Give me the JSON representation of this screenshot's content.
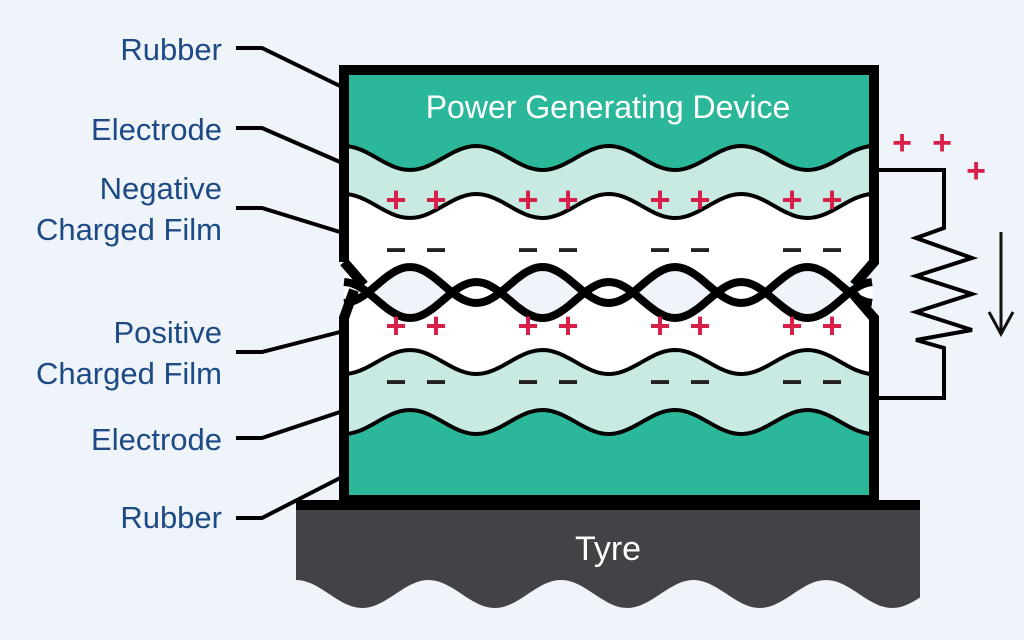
{
  "title": "Power Generating Device",
  "base_label": "Tyre",
  "labels": [
    {
      "id": "rubber-top",
      "lines": [
        "Rubber"
      ]
    },
    {
      "id": "electrode-top",
      "lines": [
        "Electrode"
      ]
    },
    {
      "id": "negative-film",
      "lines": [
        "Negative",
        "Charged Film"
      ]
    },
    {
      "id": "positive-film",
      "lines": [
        "Positive",
        "Charged Film"
      ]
    },
    {
      "id": "electrode-bottom",
      "lines": [
        "Electrode"
      ]
    },
    {
      "id": "rubber-bottom",
      "lines": [
        "Rubber"
      ]
    }
  ],
  "charges": {
    "positive_symbol": "+",
    "negative_symbol": "−",
    "groups_per_row": 4,
    "per_group": 2
  },
  "circuit": {
    "charge_symbols": [
      "+",
      "+",
      "+"
    ],
    "current_direction": "down"
  },
  "colors": {
    "background": "#eff4fa",
    "rubber": "#2bb89a",
    "electrode": "#c8eae3",
    "film": "#ffffff",
    "outline": "#000000",
    "positive": "#d6204a",
    "negative": "#222222",
    "label_text": "#1d4a85",
    "tyre": "#434247"
  }
}
